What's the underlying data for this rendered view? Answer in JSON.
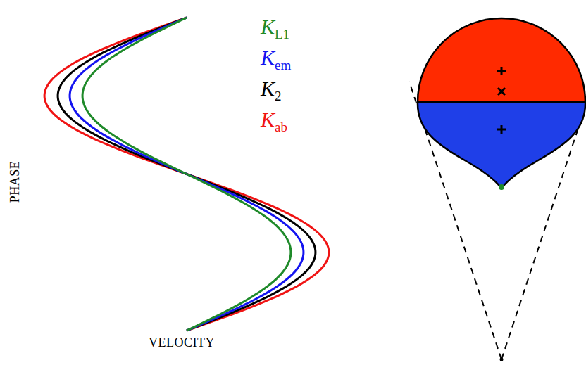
{
  "diagram": {
    "labels": [
      "PHASE",
      "VELOCITY"
    ],
    "legend": [
      {
        "text": "KL1",
        "color": "#1f8a2a"
      },
      {
        "text": "Kem",
        "color": "#1414f0"
      },
      {
        "text": "K2",
        "color": "#000000"
      },
      {
        "text": "Kab",
        "color": "#f01414"
      }
    ]
  }
}
